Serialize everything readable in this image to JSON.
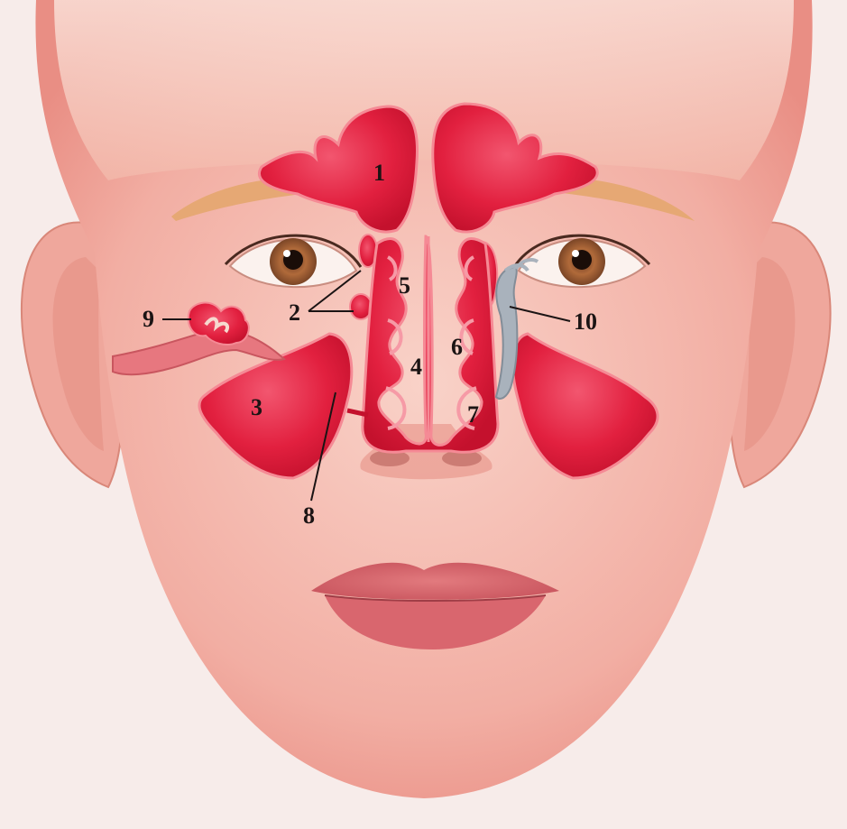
{
  "labels": {
    "l1": "1",
    "l2": "2",
    "l3": "3",
    "l4": "4",
    "l5": "5",
    "l6": "6",
    "l7": "7",
    "l8": "8",
    "l9": "9",
    "l10": "10"
  },
  "colors": {
    "background": "#f7ecea",
    "skin": "#f3b7ad",
    "skin_light": "#f9d4cb",
    "sinus": "#e41d3c",
    "sinus_light": "#f0556d",
    "duct": "#a9b2bc",
    "hair": "#e8b080"
  }
}
